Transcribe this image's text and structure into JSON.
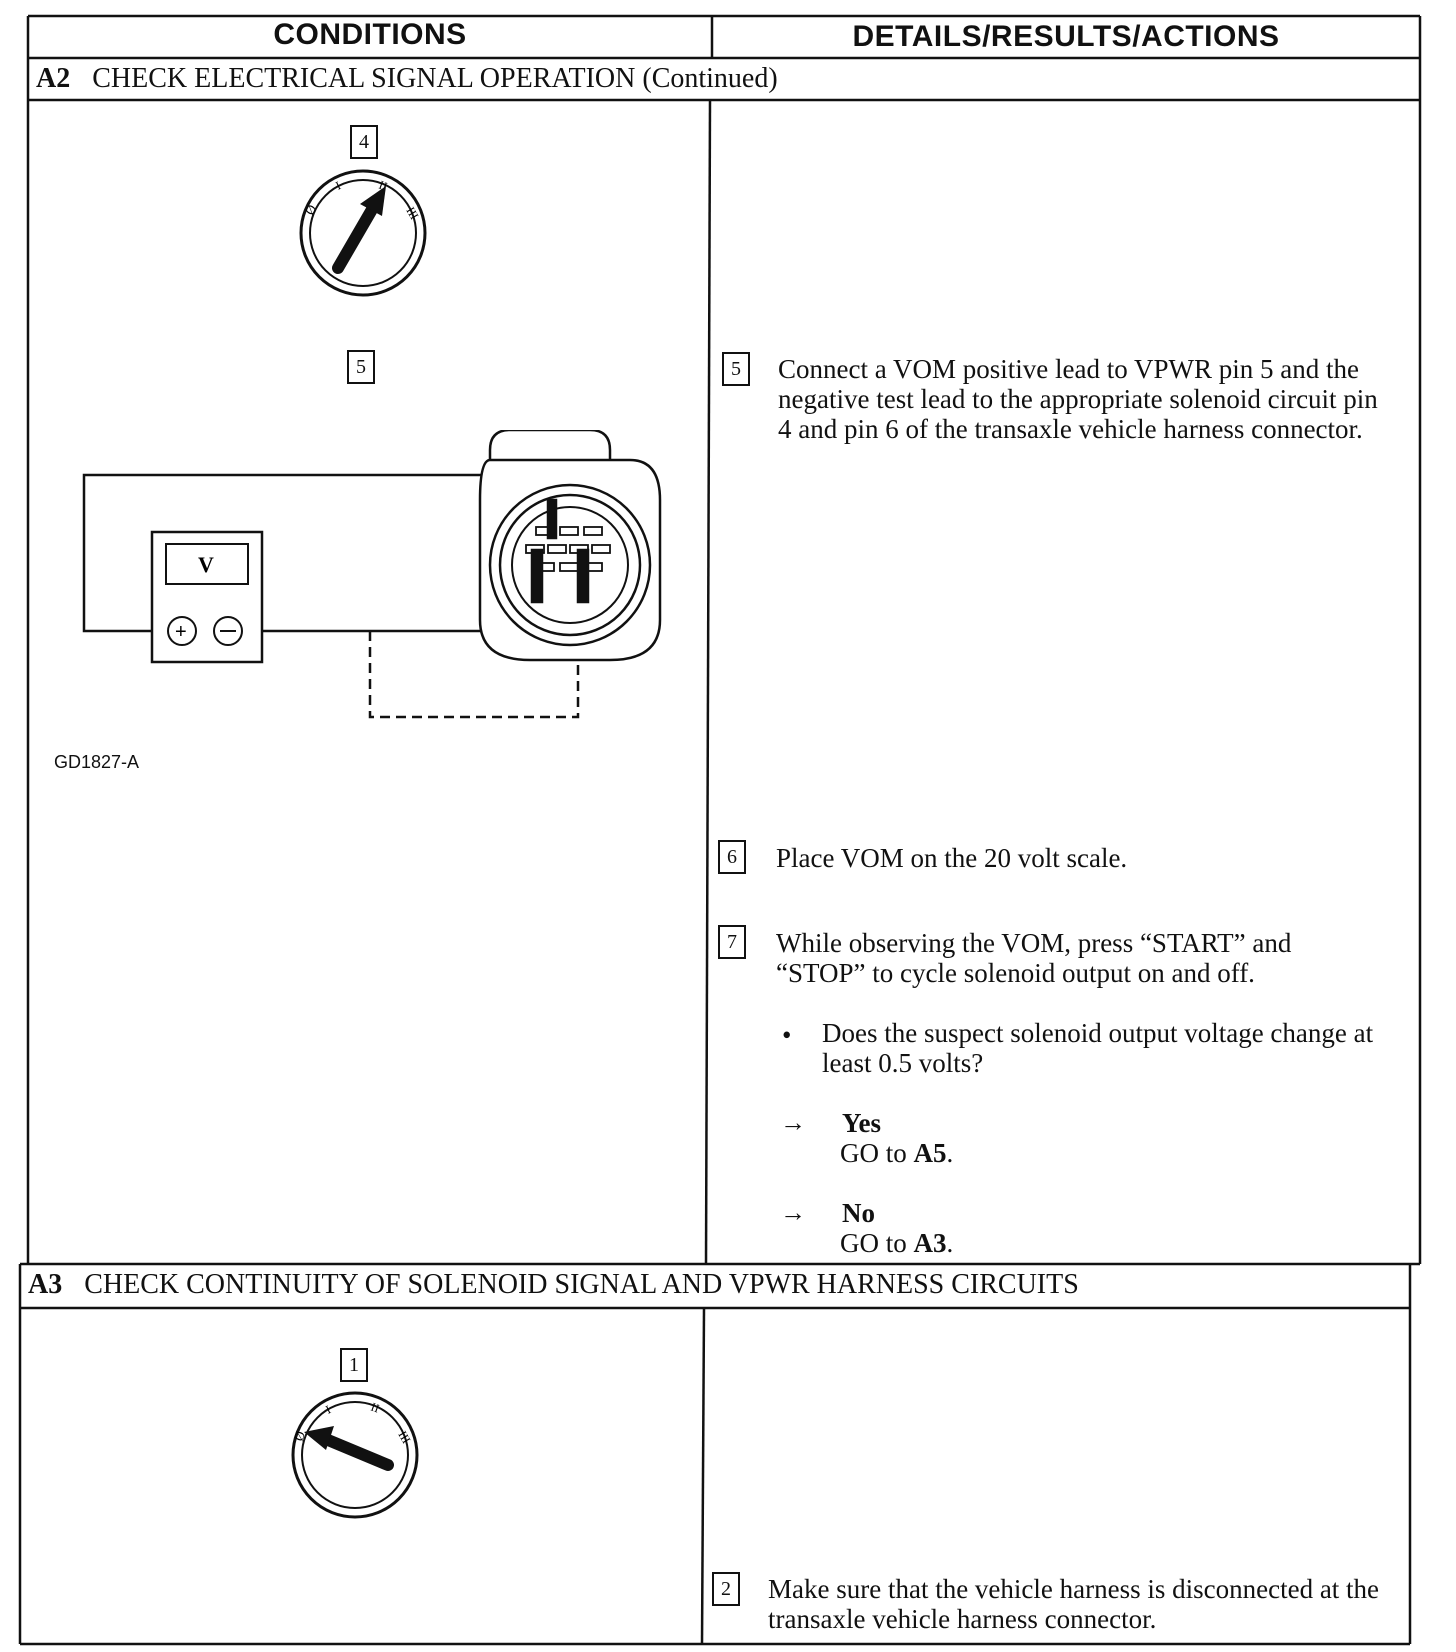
{
  "headers": {
    "conditions": "CONDITIONS",
    "details": "DETAILS/RESULTS/ACTIONS"
  },
  "sections": [
    {
      "id": "A2",
      "title": "CHECK ELECTRICAL SIGNAL OPERATION (Continued)"
    },
    {
      "id": "A3",
      "title": "CHECK CONTINUITY OF SOLENOID SIGNAL AND VPWR HARNESS CIRCUITS"
    }
  ],
  "left": {
    "step4_label": "4",
    "step5_label": "5",
    "meter_symbol": "V",
    "figure_id": "GD1827-A",
    "a3_step1_label": "1",
    "switch_marks": [
      "Ø",
      "I",
      "II",
      "III"
    ]
  },
  "right": {
    "step5": {
      "num": "5",
      "text": "Connect a VOM positive lead to VPWR pin 5 and the negative test lead to the appropriate solenoid circuit pin 4 and pin 6 of the transaxle vehicle harness connector."
    },
    "step6": {
      "num": "6",
      "text": "Place VOM on the 20 volt scale."
    },
    "step7": {
      "num": "7",
      "text": "While observing the VOM, press “START” and “STOP” to cycle solenoid output on and off."
    },
    "question": "Does the suspect solenoid output voltage change at least 0.5 volts?",
    "yes_label": "Yes",
    "yes_action_prefix": "GO to",
    "yes_target": "A5",
    "no_label": "No",
    "no_action_prefix": "GO to",
    "no_target": "A3",
    "a3_step2": {
      "num": "2",
      "text": "Make sure that the vehicle harness is disconnected at the transaxle vehicle harness connector."
    }
  },
  "icons": {
    "bullet": "bullet-icon",
    "arrow": "right-arrow-icon",
    "switch": "ignition-switch-icon",
    "meter": "voltmeter-icon",
    "connector": "harness-connector-icon"
  }
}
